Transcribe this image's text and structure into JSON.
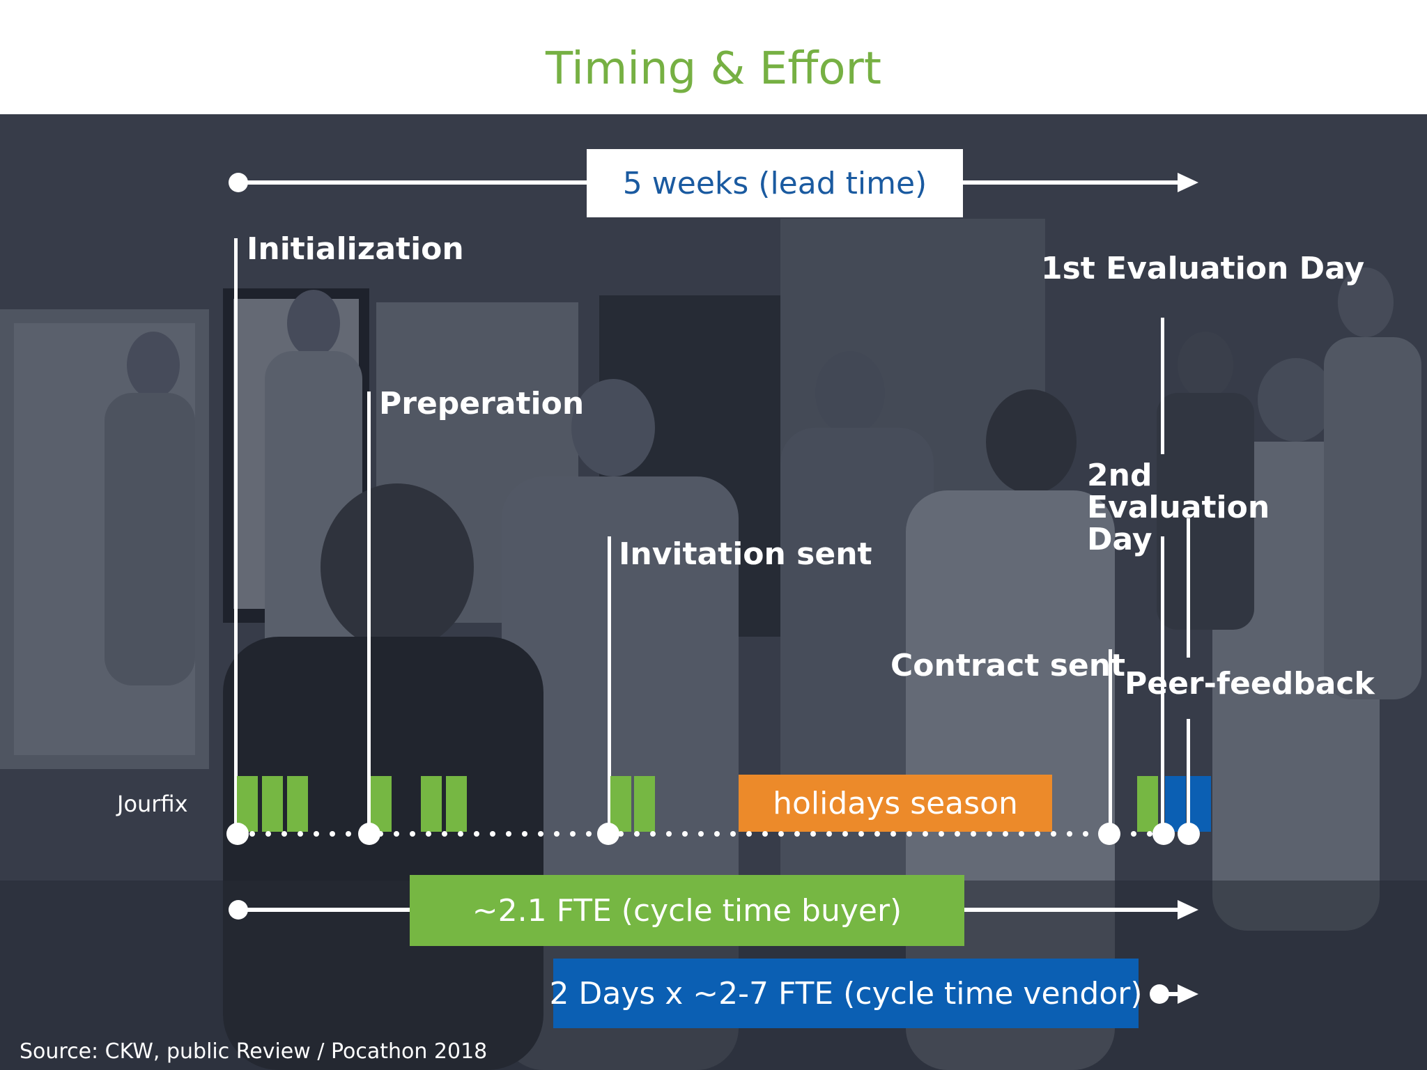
{
  "title": "Timing & Effort",
  "colors": {
    "title": "#76b043",
    "green": "#76b743",
    "blue": "#0b5fb3",
    "orange": "#ec8a2a",
    "lead_text": "#1a5aa0"
  },
  "lead_time": {
    "label": "5 weeks (lead time)"
  },
  "milestones": {
    "initialization": "Initialization",
    "preparation": "Preperation",
    "invitation": "Invitation sent",
    "contract": "Contract sent",
    "first_eval": "1st Evaluation Day",
    "second_eval": "2nd Evaluation Day",
    "peer_feedback": "Peer-feedback"
  },
  "jourfix_label": "Jourfix",
  "holidays_label": "holidays season",
  "buyer_effort": {
    "label": "~2.1 FTE (cycle time buyer)"
  },
  "vendor_effort": {
    "label": "2 Days x ~2-7 FTE (cycle time vendor)"
  },
  "source": "Source: CKW, public Review / Pocathon 2018"
}
